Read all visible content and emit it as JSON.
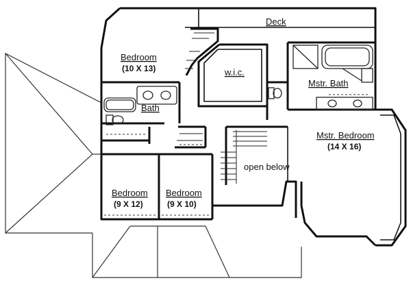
{
  "rooms": {
    "deck": "Deck",
    "bedroom_top": "Bedroom",
    "bedroom_top_dim": "(10 X 13)",
    "wic": "w.i.c.",
    "mstr_bath": "Mstr. Bath",
    "bath": "Bath",
    "mstr_bedroom": "Mstr. Bedroom",
    "mstr_bedroom_dim": "(14 X 16)",
    "open_below": "open below",
    "bedroom_left": "Bedroom",
    "bedroom_left_dim": "(9 X 12)",
    "bedroom_right": "Bedroom",
    "bedroom_right_dim": "(9 X 10)"
  }
}
